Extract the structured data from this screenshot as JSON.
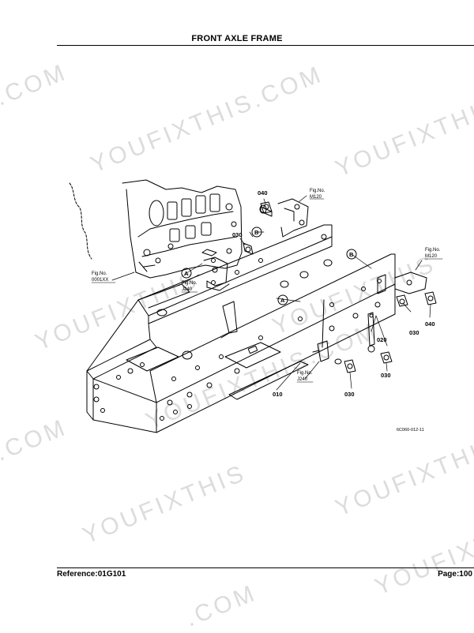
{
  "page": {
    "title": "FRONT AXLE FRAME",
    "reference": "Reference:01G101",
    "page_number": "Page:100"
  },
  "watermarks": [
    ".COM",
    "YOUFIXTHIS.COM",
    "YOUFIXTHIS",
    "YOUFIXTHIS",
    "YOUFIXTHIS",
    "YOUFIXTHIS",
    ".COM",
    "YOUFIXTHIS.COM",
    "YOUFIXTHIS",
    "YOUFIXTHIS",
    ".COM"
  ],
  "diagram": {
    "drawing_code": "6C060-012-11",
    "part_labels": {
      "p040a": "040",
      "p030a": "030",
      "p040b": "040",
      "p030b": "030",
      "p020": "020",
      "p030c": "030",
      "p010": "010",
      "p030d": "030"
    },
    "fig_refs": {
      "m120a": {
        "line1": "Fig.No.",
        "line2": "M120"
      },
      "m120b": {
        "line1": "Fig.No.",
        "line2": "M120"
      },
      "x001": {
        "line1": "Fig.No.",
        "line2": "0001XX"
      },
      "j240a": {
        "line1": "Fig.No.",
        "line2": "J240"
      },
      "j240b": {
        "line1": "Fig.No.",
        "line2": "J240"
      }
    },
    "callouts": {
      "a1": "A",
      "a2": "A",
      "b1": "B",
      "b2": "B"
    }
  }
}
